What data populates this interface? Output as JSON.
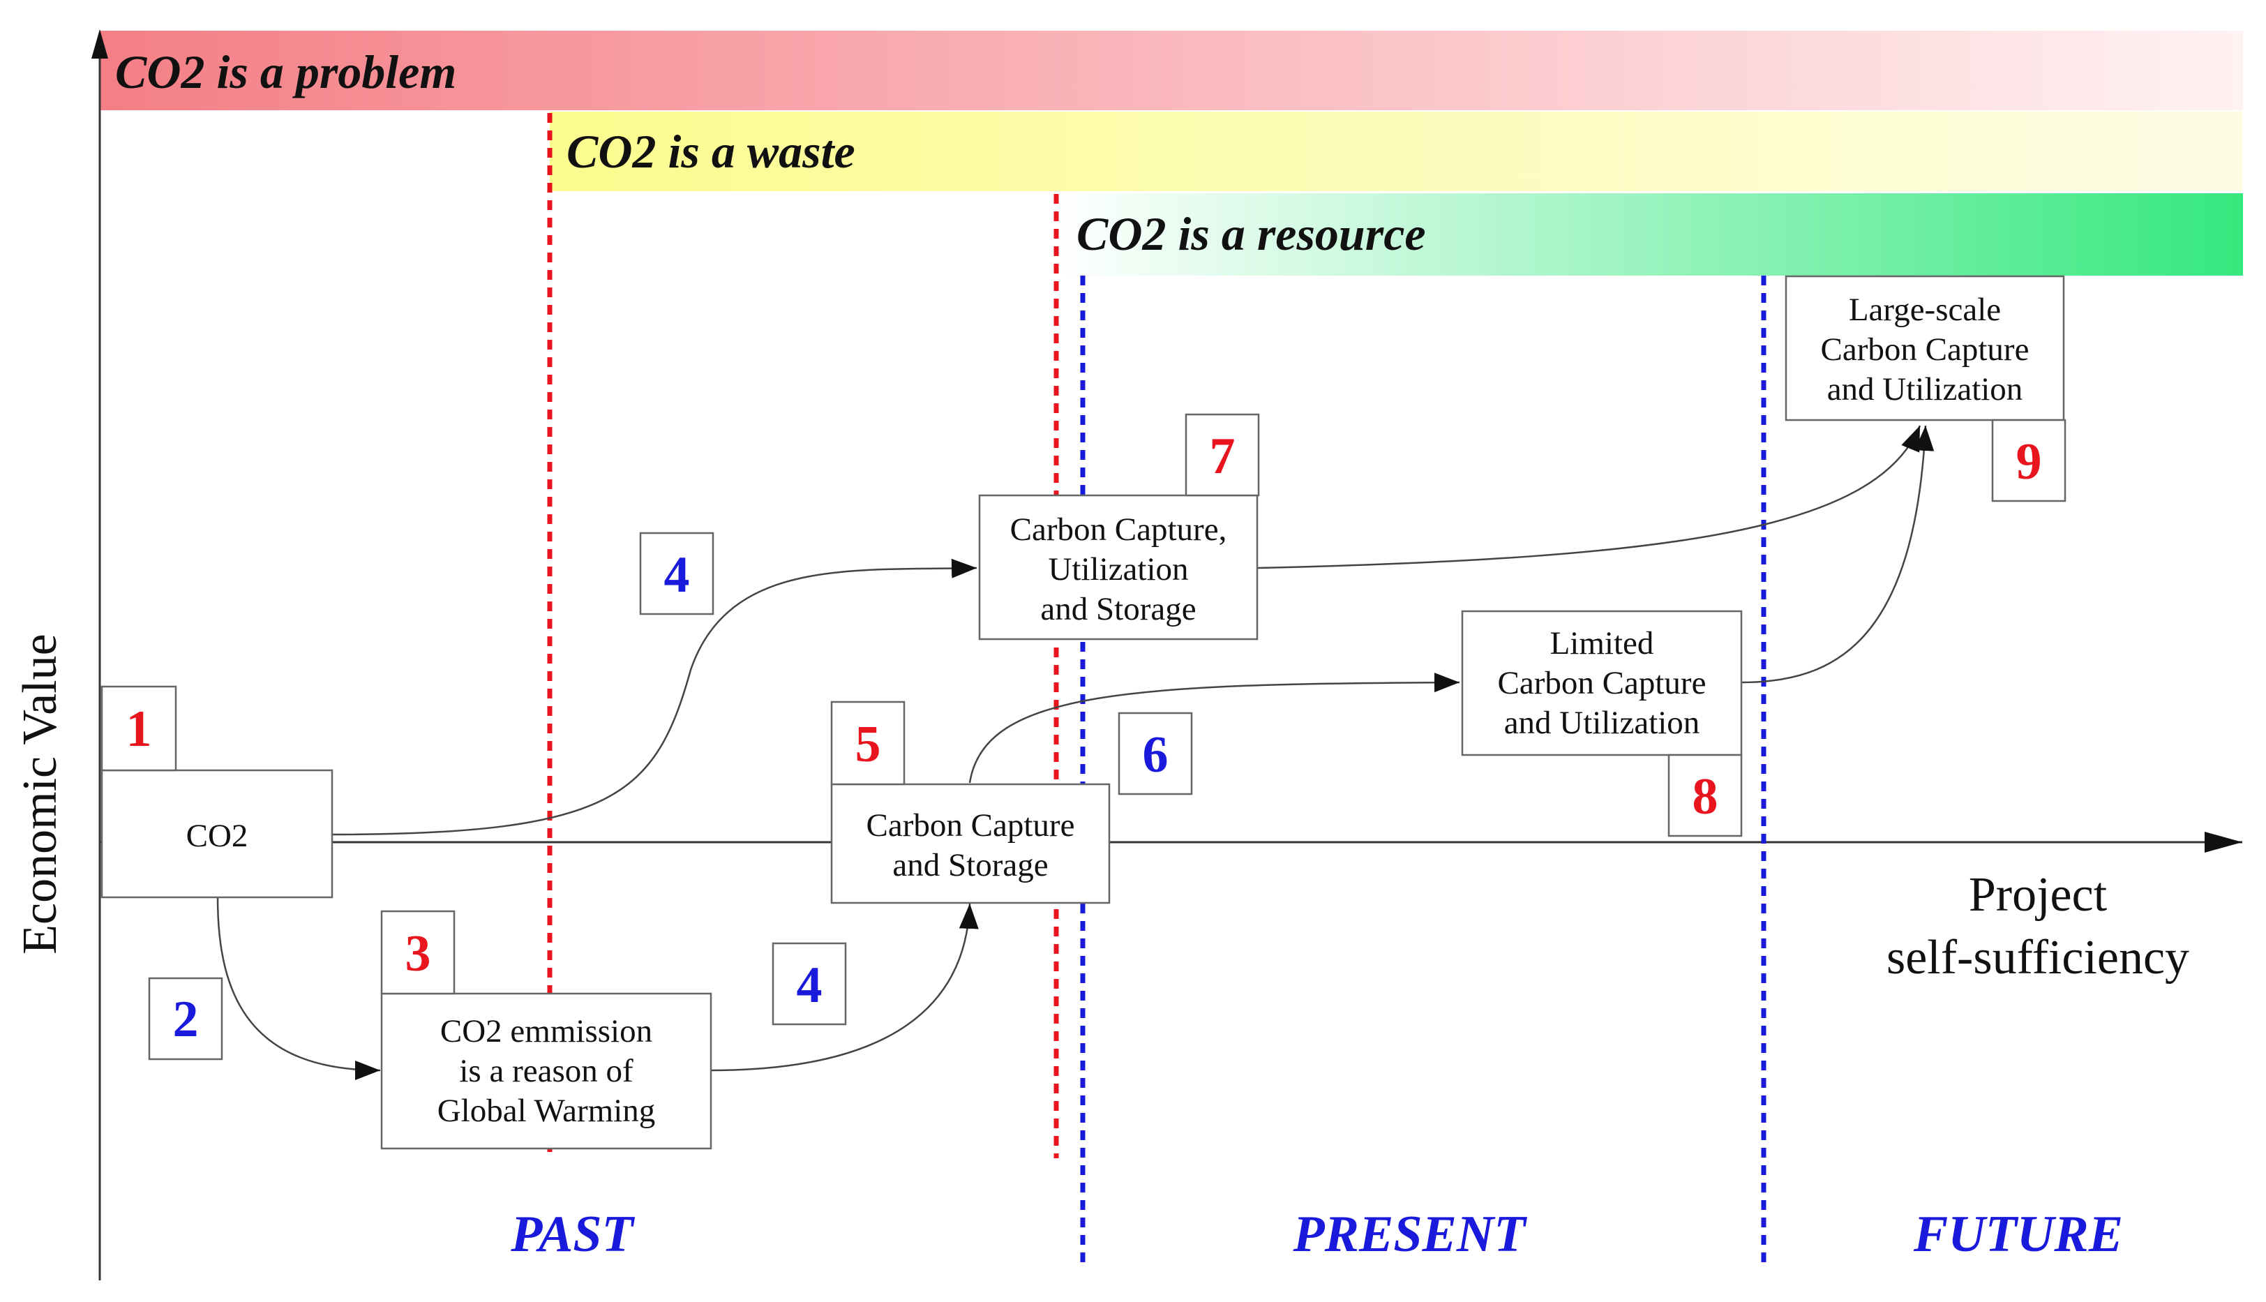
{
  "colors": {
    "red": "#e8141e",
    "blue": "#1a1adc"
  },
  "bands": {
    "problem": "CO2 is a problem",
    "waste": "CO2 is a waste",
    "resource": "CO2 is a resource"
  },
  "axes": {
    "y_label": "Economic Value",
    "x_label_line1": "Project",
    "x_label_line2": "self-sufficiency"
  },
  "boxes": {
    "co2": [
      "CO2"
    ],
    "emission": [
      "CO2 emmission",
      "is a reason of",
      "Global Warming"
    ],
    "ccs": [
      "Carbon Capture",
      "and Storage"
    ],
    "ccus": [
      "Carbon Capture,",
      "Utilization",
      "and Storage"
    ],
    "limited": [
      "Limited",
      "Carbon Capture",
      "and Utilization"
    ],
    "large": [
      "Large-scale",
      "Carbon Capture",
      "and Utilization"
    ]
  },
  "markers": {
    "m1": "1",
    "m2": "2",
    "m3": "3",
    "m4a": "4",
    "m4b": "4",
    "m5": "5",
    "m6": "6",
    "m7": "7",
    "m8": "8",
    "m9": "9"
  },
  "eras": {
    "past": "PAST",
    "present": "PRESENT",
    "future": "FUTURE"
  }
}
